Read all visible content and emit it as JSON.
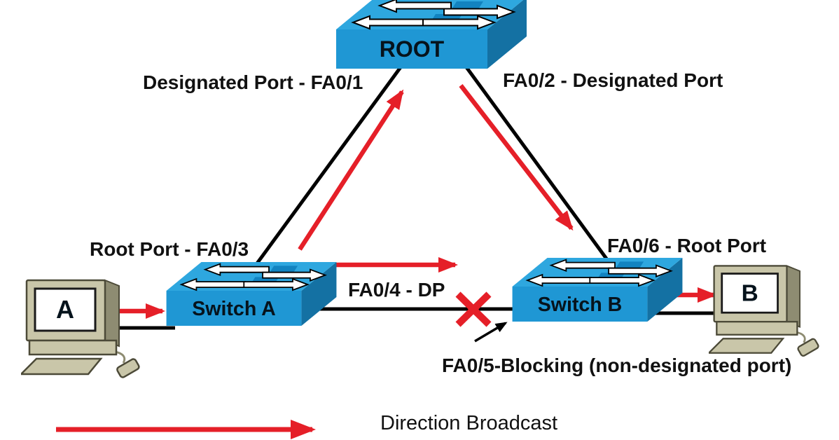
{
  "diagram": {
    "type": "stp-network-topology",
    "nodes": {
      "root": {
        "label": "ROOT",
        "kind": "switch"
      },
      "switch_a": {
        "label": "Switch A",
        "kind": "switch"
      },
      "switch_b": {
        "label": "Switch B",
        "kind": "switch"
      },
      "host_a": {
        "label": "A",
        "kind": "computer"
      },
      "host_b": {
        "label": "B",
        "kind": "computer"
      }
    },
    "labels": {
      "fa0_1": "Designated Port - FA0/1",
      "fa0_2": "FA0/2 - Designated Port",
      "fa0_3": "Root Port - FA0/3",
      "fa0_4": "FA0/4 - DP",
      "fa0_5": "FA0/5-Blocking (non-designated port)",
      "fa0_6": "FA0/6 - Root Port"
    },
    "legend": {
      "direction_broadcast": "Direction Broadcast"
    },
    "colors": {
      "switch_top": "#2EA7DF",
      "switch_front": "#1F97D4",
      "switch_side": "#1471A3",
      "switch_bar": "#1283C0",
      "link": "#000000",
      "broadcast_arrow": "#E51F28",
      "blocked_x": "#E51F28",
      "computer_body": "#C9C6A9",
      "computer_shade": "#8E8C72",
      "text": "#111111",
      "background": "#FFFFFF"
    }
  }
}
